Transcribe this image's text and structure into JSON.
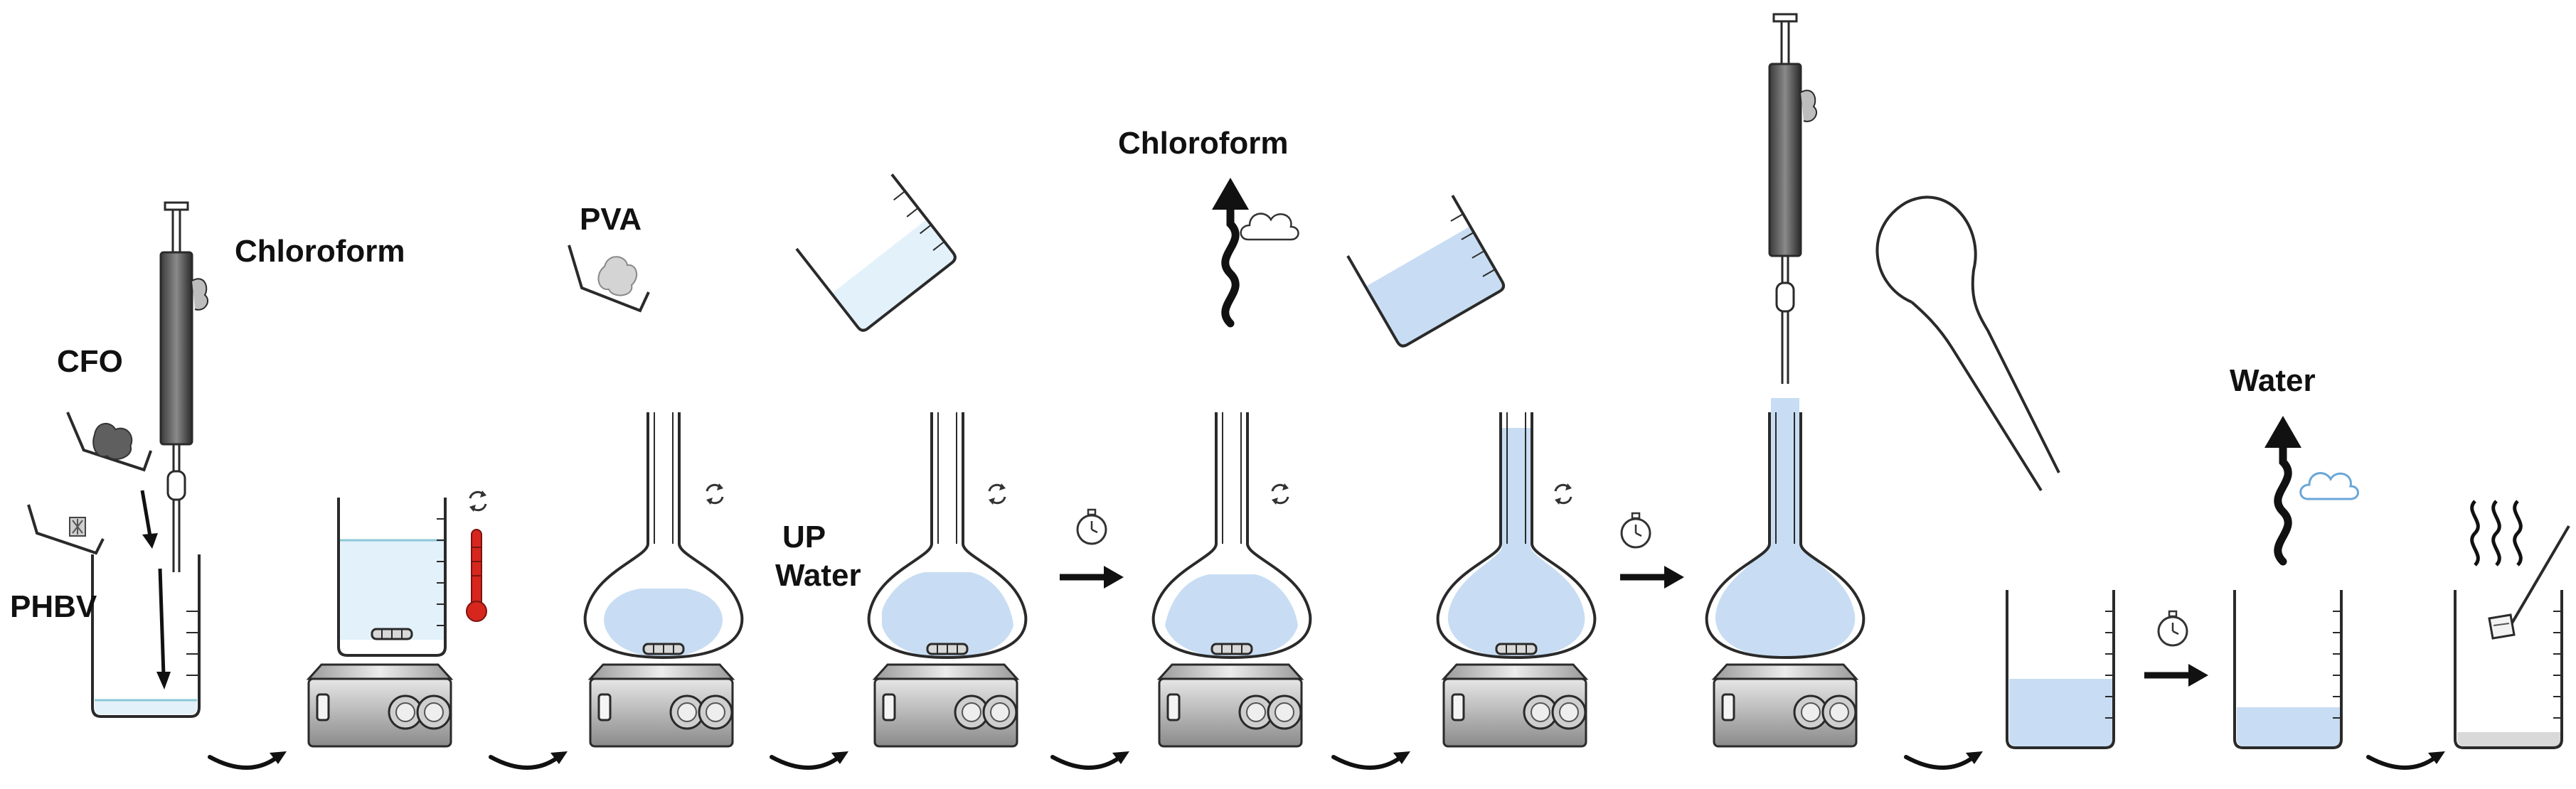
{
  "labels": {
    "chloroform_1": "Chloroform",
    "cfo": "CFO",
    "phbv": "PHBV",
    "pva": "PVA",
    "up": "UP",
    "water_1": "Water",
    "chloroform_2": "Chloroform",
    "water_2": "Water"
  },
  "colors": {
    "liquid": "#c8ddf3",
    "liquid_light": "#e3f1fa",
    "outline": "#2a2a2a",
    "thermometer": "#d6261e",
    "cloud": "#6aa6d6",
    "plate_dark": "#7a7a7a",
    "plate_light": "#d9d9d9"
  },
  "icons": [
    "syringe-icon",
    "powder-weigh-boat-icon",
    "beaker-icon",
    "magnetic-stirrer-icon",
    "thermometer-icon",
    "rotation-icon",
    "round-bottom-flask-icon",
    "timer-icon",
    "evaporation-arrow-icon",
    "cloud-icon",
    "pipette-icon",
    "heat-waves-icon",
    "arrow-icon"
  ]
}
